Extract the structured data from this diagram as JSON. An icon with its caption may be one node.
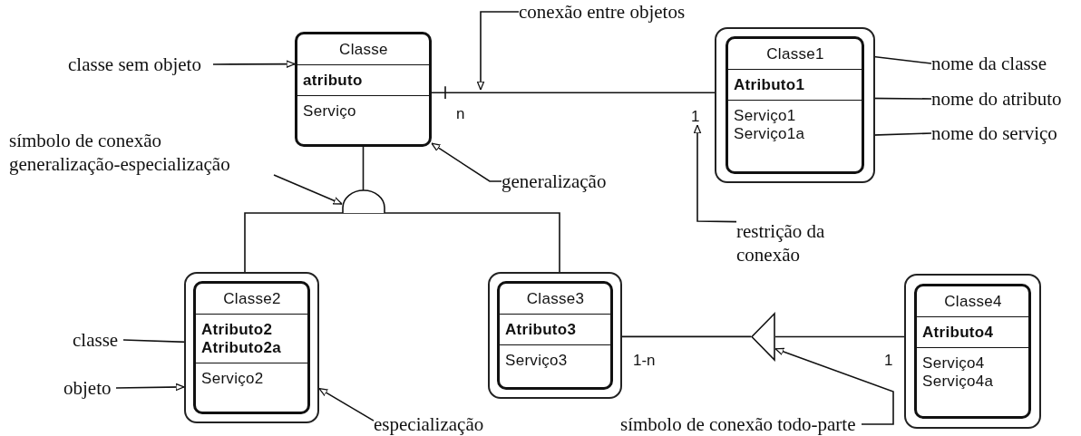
{
  "diagram": {
    "nodes": [
      {
        "text": [
          "classe sem objeto"
        ]
      },
      {
        "text": [
          "Classe",
          "atributo",
          "Serviço"
        ]
      },
      {
        "text": [
          "conexão entre objetos"
        ]
      },
      {
        "text": [],
        "shape": "box"
      },
      {
        "text": [
          "Classe1",
          "Atributo1",
          "Serviço1 Serviço1a"
        ],
        "in": 3
      },
      {
        "text": [
          "nome da classe"
        ]
      },
      {
        "text": [
          "nome do atributo"
        ]
      },
      {
        "text": [
          "nome do serviço"
        ]
      },
      {
        "text": [
          "símbolo de conexão generalização-especialização"
        ]
      },
      {
        "text": [],
        "shape": "semicircle"
      },
      {
        "text": [
          "generalização"
        ]
      },
      {
        "text": [
          "restrição da conexão"
        ]
      },
      {
        "text": [],
        "shape": "box"
      },
      {
        "text": [
          "Classe2",
          "Atributo2 Atributo2a",
          "Serviço2"
        ],
        "in": 12
      },
      {
        "text": [],
        "shape": "box"
      },
      {
        "text": [
          "Classe3",
          "Atributo3",
          "Serviço3"
        ],
        "in": 14
      },
      {
        "text": [],
        "shape": "triangle"
      },
      {
        "text": [],
        "shape": "box"
      },
      {
        "text": [
          "Classe4",
          "Atributo4",
          "Serviço4 Serviço4a"
        ],
        "in": 17
      },
      {
        "text": [
          "classe"
        ]
      },
      {
        "text": [
          "objeto"
        ]
      },
      {
        "text": [
          "especialização"
        ]
      },
      {
        "text": [
          "símbolo de conexão todo-parte"
        ]
      },
      {
        "text": [
          "1"
        ]
      }
    ],
    "edges": [
      {
        "from": 0,
        "to": 1,
        "arrow": "to"
      },
      {
        "from": 2,
        "to": null,
        "arrow": "to"
      },
      {
        "from": 5,
        "to": 4,
        "arrow": "to"
      },
      {
        "from": 6,
        "to": 4,
        "arrow": "to"
      },
      {
        "from": 7,
        "to": 4,
        "arrow": "to"
      },
      {
        "from": 8,
        "to": 9,
        "arrow": "to"
      },
      {
        "from": 10,
        "to": 1,
        "arrow": "to"
      },
      {
        "from": 11,
        "to": 23,
        "arrow": "to"
      },
      {
        "from": 19,
        "to": 13,
        "arrow": "to"
      },
      {
        "from": 20,
        "to": 12,
        "arrow": "to"
      },
      {
        "from": 21,
        "to": 12,
        "arrow": "to"
      },
      {
        "from": 22,
        "to": 16,
        "arrow": "to"
      },
      {
        "from": 1,
        "to": 3,
        "arrow": "other"
      },
      {
        "from": 1,
        "to": 9,
        "arrow": "none"
      },
      {
        "from": 9,
        "to": 13,
        "arrow": "none"
      },
      {
        "from": 9,
        "to": 15,
        "arrow": "none"
      },
      {
        "from": 14,
        "to": 16,
        "arrow": "none"
      },
      {
        "from": 16,
        "to": 17,
        "arrow": "none"
      }
    ],
    "labels": [
      "n",
      "1-n",
      "1"
    ]
  }
}
